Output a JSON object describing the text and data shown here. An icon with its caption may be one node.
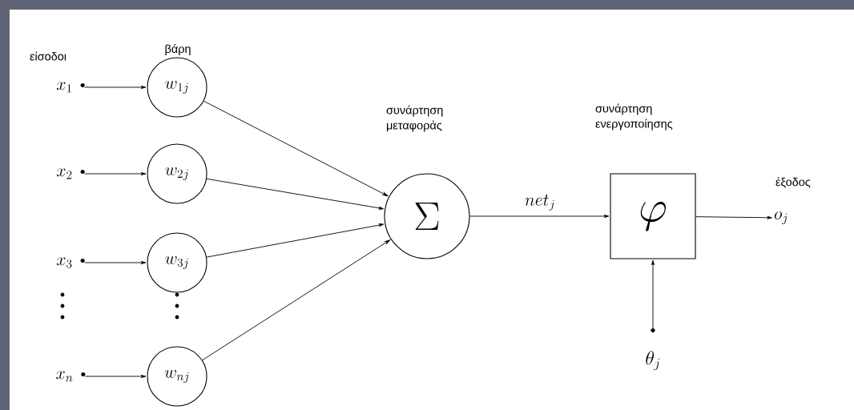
{
  "diagram": {
    "nodes": [
      {
        "text": [
          "x_1"
        ]
      },
      {
        "text": [
          "x_2"
        ]
      },
      {
        "text": [
          "x_3"
        ]
      },
      {
        "text": [
          "x_n"
        ]
      },
      {
        "text": [
          "w_{1j}"
        ]
      },
      {
        "text": [
          "w_{2j}"
        ]
      },
      {
        "text": [
          "w_{3j}"
        ]
      },
      {
        "text": [
          "w_{nj}"
        ]
      },
      {
        "text": [
          "\\Sigma"
        ],
        "beside": [
          "συνάρτηση μεταφοράς"
        ]
      },
      {
        "text": [
          "\\varphi"
        ],
        "beside": [
          "συνάρτηση ενεργοποίησης"
        ]
      },
      {
        "text": [
          "o_j"
        ],
        "beside": [
          "έξοδος"
        ]
      },
      {
        "text": [
          "\\theta_j"
        ]
      }
    ],
    "edges": [
      {
        "from": 0,
        "to": 4,
        "arrow": "to"
      },
      {
        "from": 1,
        "to": 5,
        "arrow": "to"
      },
      {
        "from": 2,
        "to": 6,
        "arrow": "to"
      },
      {
        "from": 3,
        "to": 7,
        "arrow": "to"
      },
      {
        "from": 4,
        "to": 8,
        "arrow": "to"
      },
      {
        "from": 5,
        "to": 8,
        "arrow": "to"
      },
      {
        "from": 6,
        "to": 8,
        "arrow": "to"
      },
      {
        "from": 7,
        "to": 8,
        "arrow": "to"
      },
      {
        "from": 8,
        "to": 9,
        "arrow": "to",
        "label": "net_j"
      },
      {
        "from": 9,
        "to": 10,
        "arrow": "to"
      },
      {
        "from": 11,
        "to": 9,
        "arrow": "to"
      }
    ],
    "labels": [
      "είσοδοι",
      "βάρη"
    ]
  }
}
